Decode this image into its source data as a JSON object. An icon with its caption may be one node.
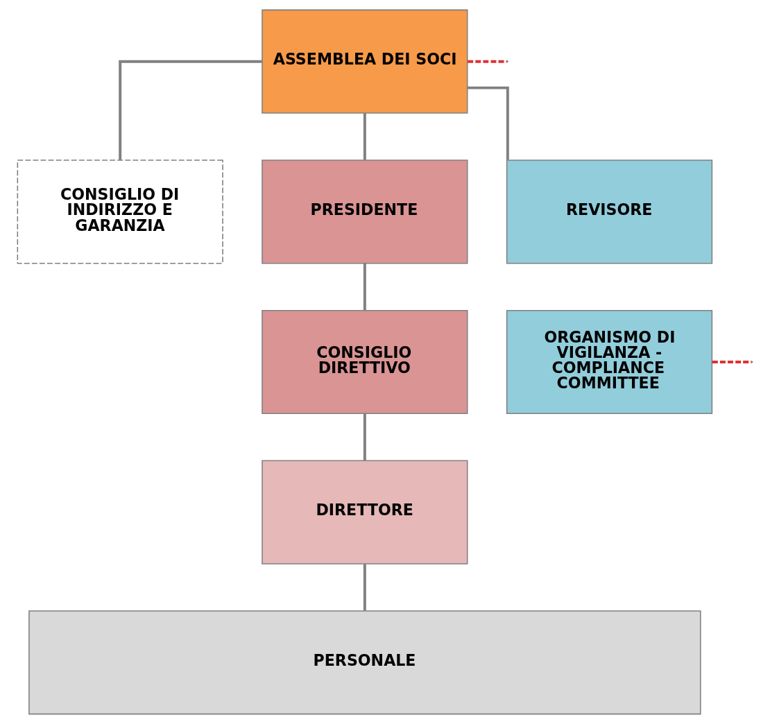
{
  "diagram": {
    "nodes": [
      {
        "text": [
          "ASSEMBLEA DEI SOCI"
        ]
      },
      {
        "text": [
          "CONSIGLIO DI INDIRIZZO E GARANZIA"
        ]
      },
      {
        "text": [
          "PRESIDENTE"
        ]
      },
      {
        "text": [
          "REVISORE"
        ]
      },
      {
        "text": [
          "CONSIGLIO DIRETTIVO"
        ]
      },
      {
        "text": [
          "ORGANISMO DI VIGILANZA - COMPLIANCE COMMITTEE"
        ]
      },
      {
        "text": [
          "DIRETTORE"
        ]
      },
      {
        "text": [
          "PERSONALE"
        ]
      }
    ],
    "edges": [
      {
        "from": 0,
        "to": 1,
        "arrow": "none"
      },
      {
        "from": 0,
        "to": 2,
        "arrow": "none"
      },
      {
        "from": 0,
        "to": 3,
        "arrow": "none"
      },
      {
        "from": 0,
        "to": null,
        "arrow": "none",
        "style": "dashed",
        "color": "#e03030"
      },
      {
        "from": 2,
        "to": 4,
        "arrow": "none"
      },
      {
        "from": 5,
        "to": null,
        "arrow": "none",
        "style": "dashed",
        "color": "#e03030"
      },
      {
        "from": 4,
        "to": 6,
        "arrow": "none"
      },
      {
        "from": 6,
        "to": 7,
        "arrow": "none"
      }
    ]
  }
}
